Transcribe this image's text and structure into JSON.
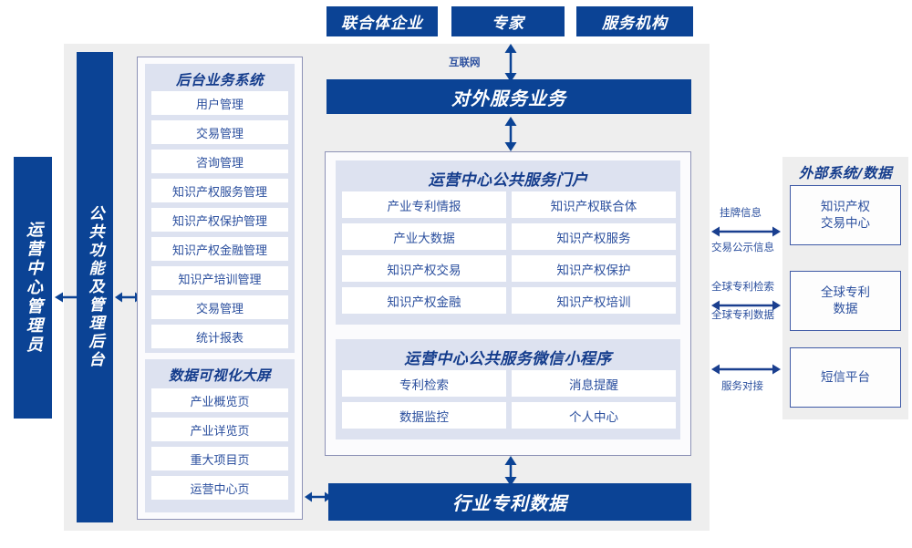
{
  "colors": {
    "brand_blue": "#0b4395",
    "text_blue": "#2b4f9e",
    "title_blue": "#143c8c",
    "plate_gray": "#eeeeee",
    "group_lavender": "#dde2f0",
    "panel_border": "#8d92b6"
  },
  "top_actors": [
    {
      "label": "联合体企业"
    },
    {
      "label": "专家"
    },
    {
      "label": "服务机构"
    }
  ],
  "connectors": {
    "internet_label": "互联网"
  },
  "left_bars": [
    {
      "label": "运营中心管理员"
    },
    {
      "label": "公共功能及管理后台"
    }
  ],
  "external_service_bar": {
    "label": "对外服务业务"
  },
  "bottom_bar": {
    "label": "行业专利数据"
  },
  "backoffice": {
    "title": "后台业务系统",
    "items": [
      "用户管理",
      "交易管理",
      "咨询管理",
      "知识产权服务管理",
      "知识产权保护管理",
      "知识产权金融管理",
      "知识产培训管理",
      "交易管理",
      "统计报表"
    ]
  },
  "dataviz": {
    "title": "数据可视化大屏",
    "items": [
      "产业概览页",
      "产业详览页",
      "重大项目页",
      "运营中心页"
    ]
  },
  "portal": {
    "title": "运营中心公共服务门户",
    "items": [
      "产业专利情报",
      "知识产权联合体",
      "产业大数据",
      "知识产权服务",
      "知识产权交易",
      "知识产权保护",
      "知识产权金融",
      "知识产权培训"
    ]
  },
  "miniprogram": {
    "title": "运营中心公共服务微信小程序",
    "items": [
      "专利检索",
      "消息提醒",
      "数据监控",
      "个人中心"
    ]
  },
  "external": {
    "title": "外部系统/数据",
    "boxes": [
      {
        "label": "知识产权\n交易中心",
        "line1": "知识产权",
        "line2": "交易中心"
      },
      {
        "label": "全球专利\n数据",
        "line1": "全球专利",
        "line2": "数据"
      },
      {
        "label": "短信平台",
        "line1": "短信平台",
        "line2": ""
      }
    ],
    "link_labels": [
      {
        "above": "挂牌信息",
        "below": "交易公示信息"
      },
      {
        "above": "全球专利检索",
        "below": "全球专利数据"
      },
      {
        "above": "",
        "below": "服务对接"
      }
    ]
  }
}
